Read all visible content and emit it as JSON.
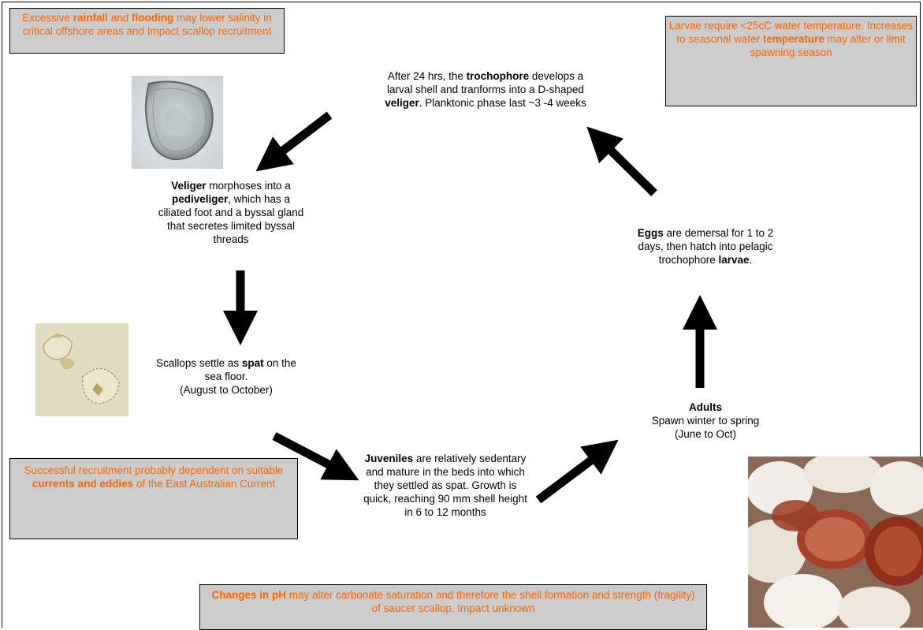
{
  "colors": {
    "note_text": "#ff6600",
    "note_bg": "#cccccc",
    "arrow": "#000000"
  },
  "notes": {
    "rainfall": {
      "p1": "Excessive ",
      "b1": "rainfall",
      "p2": " and ",
      "b2": "flooding",
      "p3": " may lower salinity in critical offshore areas and Impact scallop recruitment"
    },
    "temperature": {
      "p1": "Larvae require <25cC water temperature. Increases to seasonal water ",
      "b1": "temperature",
      "p2": " may alter or limit spawning season"
    },
    "currents": {
      "p1": "Successful recruitment probably dependent on suitable ",
      "b1": "currents and eddies",
      "p2": " of the East Australian Current"
    },
    "ph": {
      "b1": "Changes in pH",
      "p1": " may alter carbonate saturation and therefore the shell formation and strength (fragility) of saucer scallop. Impact unknown"
    }
  },
  "stages": {
    "trochophore": {
      "p1": "After 24 hrs, the ",
      "b1": "trochophore",
      "p2": " develops a larval shell and tranforms into a D-shaped ",
      "b2": "veliger",
      "p3": ". Planktonic phase last ~3 -4 weeks"
    },
    "veliger": {
      "b1": "Veliger",
      "p1": " morphoses into a ",
      "b2": "pediveliger",
      "p2": ", which has a ciliated foot and a byssal gland that secretes limited byssal threads"
    },
    "spat": {
      "p1": "Scallops settle as ",
      "b1": "spat",
      "p2": " on the sea  floor.",
      "p3": "(August to October)"
    },
    "juveniles": {
      "b1": "Juveniles",
      "p1": " are relatively sedentary and mature in the beds into which they settled as spat. Growth is quick, reaching  90 mm shell height in 6 to 12 months"
    },
    "adults": {
      "b1": "Adults",
      "p1": "Spawn winter to spring",
      "p2": "(June to Oct)"
    },
    "eggs": {
      "b1": "Eggs",
      "p1": " are demersal for 1 to 2 days, then hatch into  pelagic trochophore  ",
      "b2": "larvae",
      "p2": "."
    }
  }
}
